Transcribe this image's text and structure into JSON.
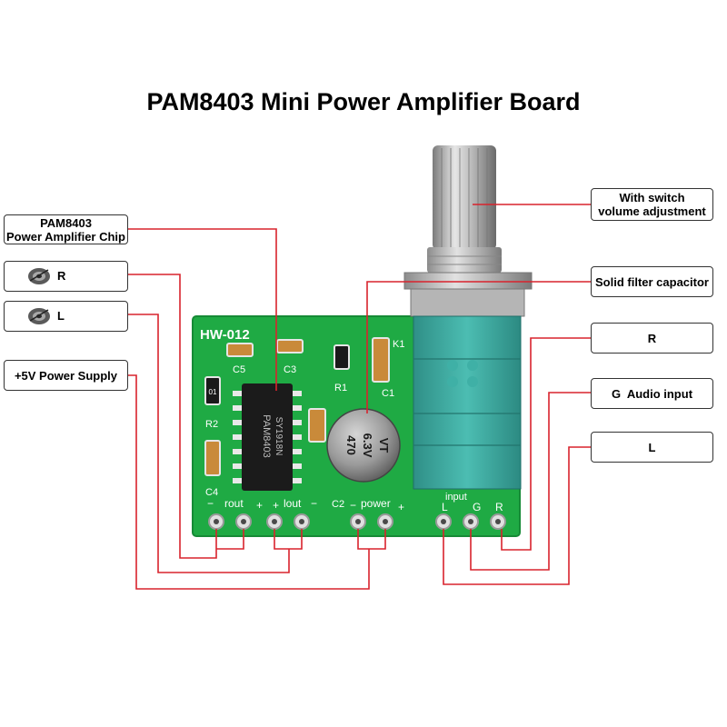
{
  "title": "PAM8403 Mini Power Amplifier Board",
  "callouts": {
    "chip_line1": "PAM8403",
    "chip_line2": "Power Amplifier Chip",
    "speaker_r": "R",
    "speaker_l": "L",
    "power_supply": "+5V Power Supply",
    "switch_line1": "With switch",
    "switch_line2": "volume adjustment",
    "capacitor": "Solid filter capacitor",
    "input_r": "R",
    "input_g": "G  Audio input",
    "input_l": "L"
  },
  "board": {
    "model": "HW-012",
    "c5": "C5",
    "c3": "C3",
    "r1": "R1",
    "c1": "C1",
    "k1": "K1",
    "r2": "R2",
    "c4": "C4",
    "c2": "C2",
    "chip_text1": "PAM8403",
    "chip_text2": "SY1918N",
    "cap_value": "470",
    "cap_voltage": "6.3V",
    "cap_brand": "VT",
    "res_code": "01",
    "rout": "rout",
    "lout": "lout",
    "power": "power",
    "input": "input",
    "pin_minus_left": "−",
    "pin_plus_1": "+",
    "pin_plus_2": "+",
    "pin_minus_2": "−",
    "power_minus": "−",
    "power_plus": "+",
    "in_l": "L",
    "in_g": "G",
    "in_r": "R"
  },
  "colors": {
    "wire": "#d9232d",
    "pcb": "#1faa44",
    "knob_teal": "#3aa99f",
    "metal": "#b8b8b8"
  }
}
